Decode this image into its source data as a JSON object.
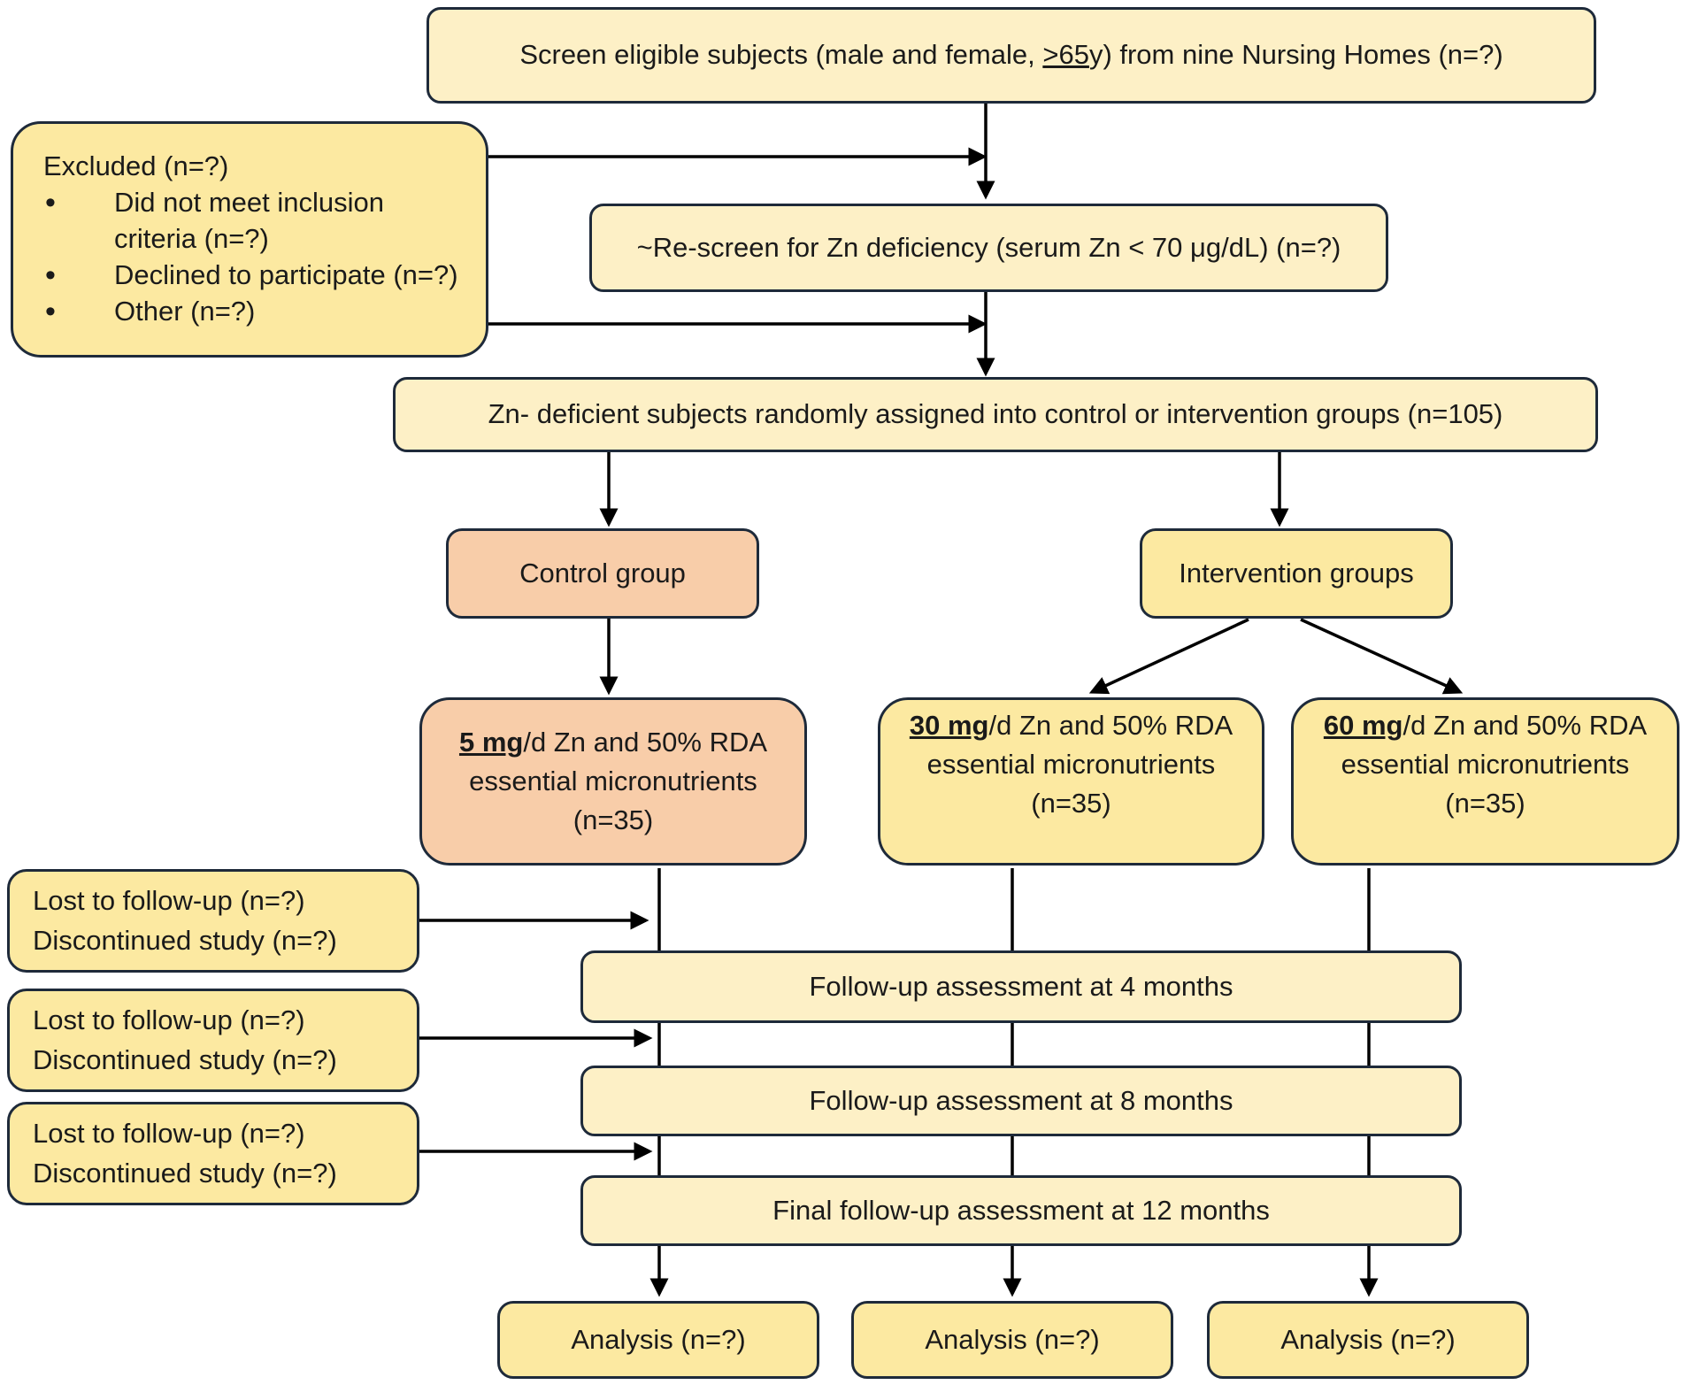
{
  "screen": {
    "prefix": "Screen eligible subjects (male and female, ",
    "age": ">65",
    "suffix": "y) from nine Nursing Homes (n=?)"
  },
  "excluded": {
    "title": "Excluded (n=?)",
    "items": [
      "Did not meet inclusion criteria (n=?)",
      "Declined to participate (n=?)",
      "Other (n=?)"
    ]
  },
  "rescreen": "~Re-screen for Zn deficiency (serum Zn < 70 μg/dL) (n=?)",
  "randomized": "Zn- deficient subjects randomly assigned into control or intervention groups (n=105)",
  "control_group": "Control group",
  "intervention_groups": "Intervention groups",
  "arms": [
    {
      "dose": "5 mg",
      "line1": "/d Zn and 50% RDA",
      "line2": "essential micronutrients",
      "n": "(n=35)"
    },
    {
      "dose": "30 mg",
      "line1": "/d Zn and 50% RDA",
      "line2": "essential micronutrients",
      "n": "(n=35)"
    },
    {
      "dose": "60 mg",
      "line1": "/d Zn and 50% RDA",
      "line2": "essential micronutrients",
      "n": "(n=35)"
    }
  ],
  "dropouts": [
    {
      "lost": "Lost to follow-up (n=?)",
      "discontinued": "Discontinued study (n=?)"
    },
    {
      "lost": "Lost to follow-up (n=?)",
      "discontinued": "Discontinued study (n=?)"
    },
    {
      "lost": "Lost to follow-up (n=?)",
      "discontinued": "Discontinued study (n=?)"
    }
  ],
  "followups": [
    "Follow-up assessment at 4 months",
    "Follow-up assessment at 8 months",
    "Final follow-up assessment at 12 months"
  ],
  "analysis": [
    "Analysis (n=?)",
    "Analysis (n=?)",
    "Analysis (n=?)"
  ],
  "colors": {
    "light_box": "#fdf0c6",
    "yellow_box": "#fce9a1",
    "control_box": "#f8cda9",
    "border": "#1e2a3a"
  }
}
